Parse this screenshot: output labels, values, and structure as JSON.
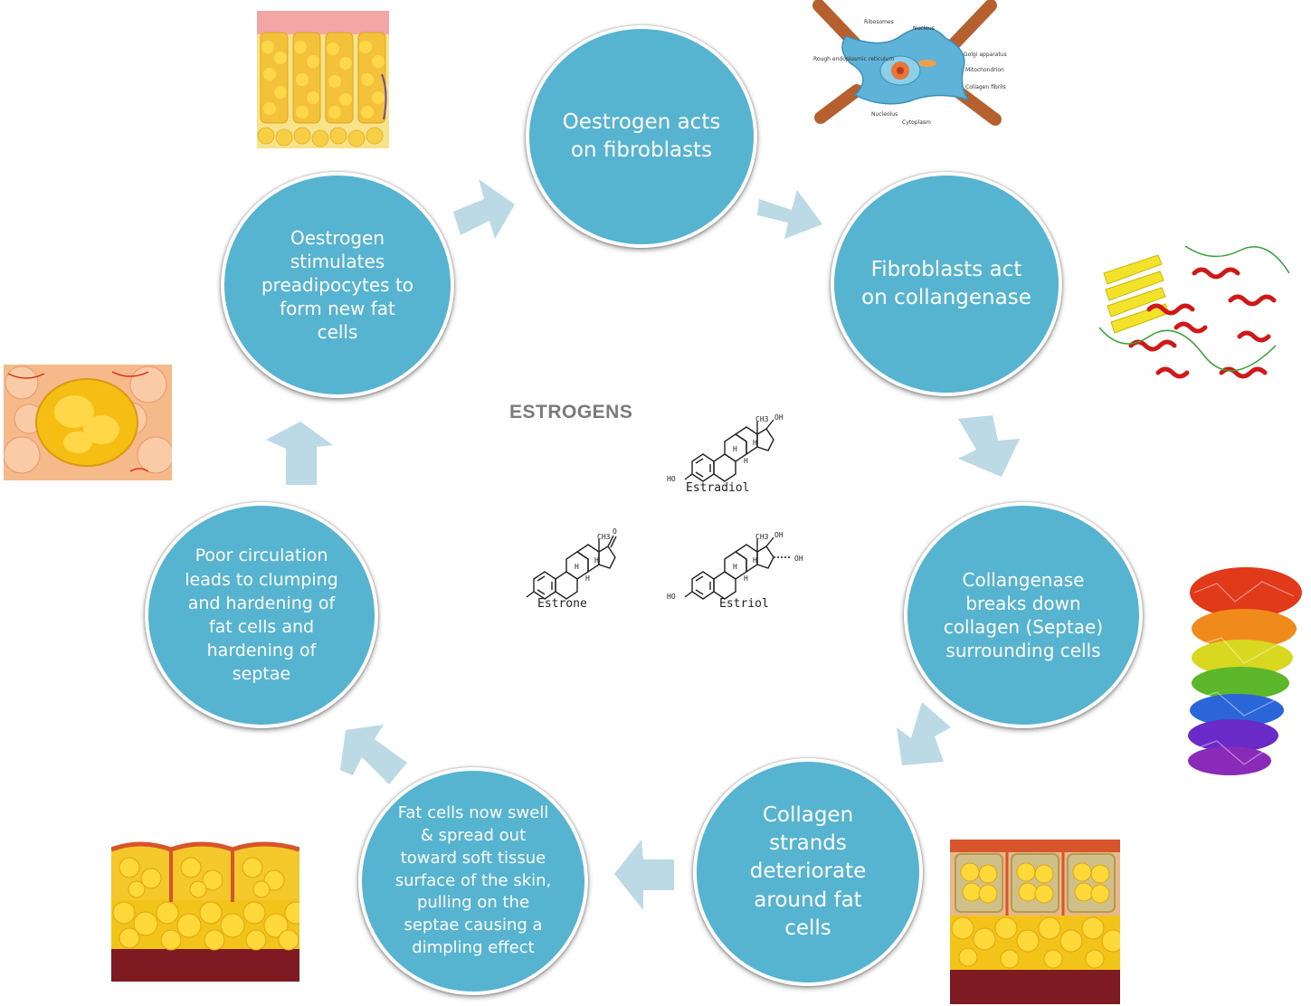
{
  "steps": [
    "Oestrogen acts on fibroblasts",
    "Fibroblasts act on collangenase",
    "Collangenase breaks down collagen (Septae) surrounding cells",
    "Collagen strands deteriorate around fat cells",
    "Fat cells now swell & spread out toward soft tissue surface of the skin, pulling on the septae causing a dimpling effect",
    "Poor circulation leads to clumping and hardening of fat cells and hardening of septae",
    "Oestrogen stimulates preadipocytes to form new fat cells"
  ],
  "center": {
    "title": "ESTROGENS",
    "molecules": [
      "Estradiol",
      "Estrone",
      "Estriol"
    ],
    "atom_labels": {
      "methyl": "CH3",
      "hydroxyl": "OH",
      "hydroxyl_left": "HO",
      "hydrogen": "H",
      "oxygen": "O"
    }
  },
  "fibroblast_labels": [
    "Ribosomes",
    "Nucleus",
    "Golgi apparatus",
    "Rough endoplasmic reticulum",
    "Mitochondrion",
    "Collagen fibrils",
    "Nucleolus",
    "Cytoplasm"
  ],
  "colors": {
    "node": "#57b4d0",
    "node_text": "#ffffff",
    "arrow": "#bcd9e6",
    "fat": "#f5c316",
    "septae": "#d8552b"
  }
}
